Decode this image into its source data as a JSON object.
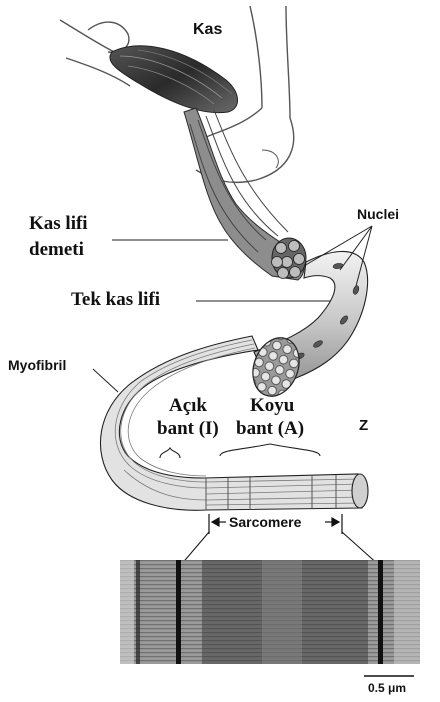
{
  "labels": {
    "kas": "Kas",
    "kas_lifi_demeti_line1": "Kas lifi",
    "kas_lifi_demeti_line2": "demeti",
    "tek_kas_lifi": "Tek kas lifi",
    "nuclei": "Nuclei",
    "myofibril": "Myofibril",
    "acik_bant_line1": "Açık",
    "acik_bant_line2": "bant (I)",
    "koyu_bant_line1": "Koyu",
    "koyu_bant_line2": "bant (A)",
    "z": "Z",
    "sarcomere": "Sarcomere",
    "scale_bar": "0.5 μm"
  },
  "colors": {
    "ink": "#111111",
    "muscle_dark": "#3a3a3a",
    "muscle_mid": "#8a8a8a",
    "fiber_light": "#d6d6d6",
    "micrograph_bg": "#9a9a9a"
  }
}
